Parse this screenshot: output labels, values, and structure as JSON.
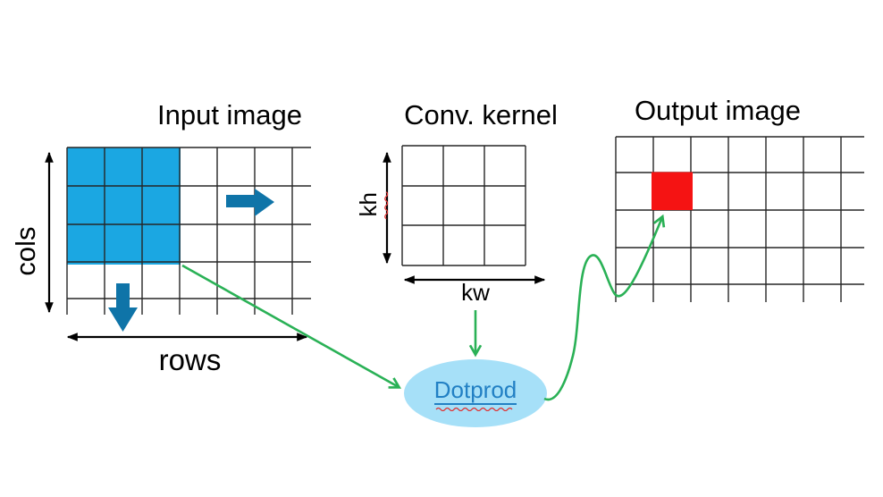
{
  "input_section": {
    "title": "Input image",
    "cols_label": "cols",
    "rows_label": "rows",
    "grid_columns_visible": 6,
    "grid_rows_visible": 4,
    "grid_clipped_right": true,
    "grid_clipped_bottom": true,
    "highlight_block": "3x3 top-left window",
    "slide_directions": [
      "right",
      "down"
    ]
  },
  "kernel_section": {
    "title": "Conv. kernel",
    "height_label": "kh",
    "width_label": "kw",
    "grid_columns": 3,
    "grid_rows": 3
  },
  "output_section": {
    "title": "Output image",
    "grid_columns_visible": 6,
    "grid_rows_visible": 4,
    "grid_clipped_right": true,
    "grid_clipped_bottom": true,
    "highlight_cell": {
      "row": 2,
      "col": 2
    }
  },
  "dotprod": {
    "label": "Dotprod"
  },
  "colors": {
    "input_highlight": "#1BA7E2",
    "slide_arrow": "#0F74A8",
    "output_highlight": "#F51313",
    "connector_green": "#2AB156",
    "ellipse_fill": "#A6E0F8",
    "link_text": "#2280C4",
    "grid_line": "#262626",
    "squiggle_red": "#E03131"
  }
}
